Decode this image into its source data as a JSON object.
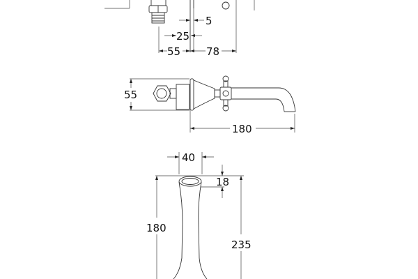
{
  "drawing": {
    "top_view": {
      "dim_inlet_offset": "5",
      "dim_inlet_width": "25",
      "dim_left": "55",
      "dim_right": "78"
    },
    "side_view": {
      "dim_height": "55",
      "dim_projection": "180"
    },
    "spout_view": {
      "dim_width": "40",
      "dim_rim": "18",
      "dim_spout_length": "180",
      "dim_total_length": "235"
    }
  }
}
